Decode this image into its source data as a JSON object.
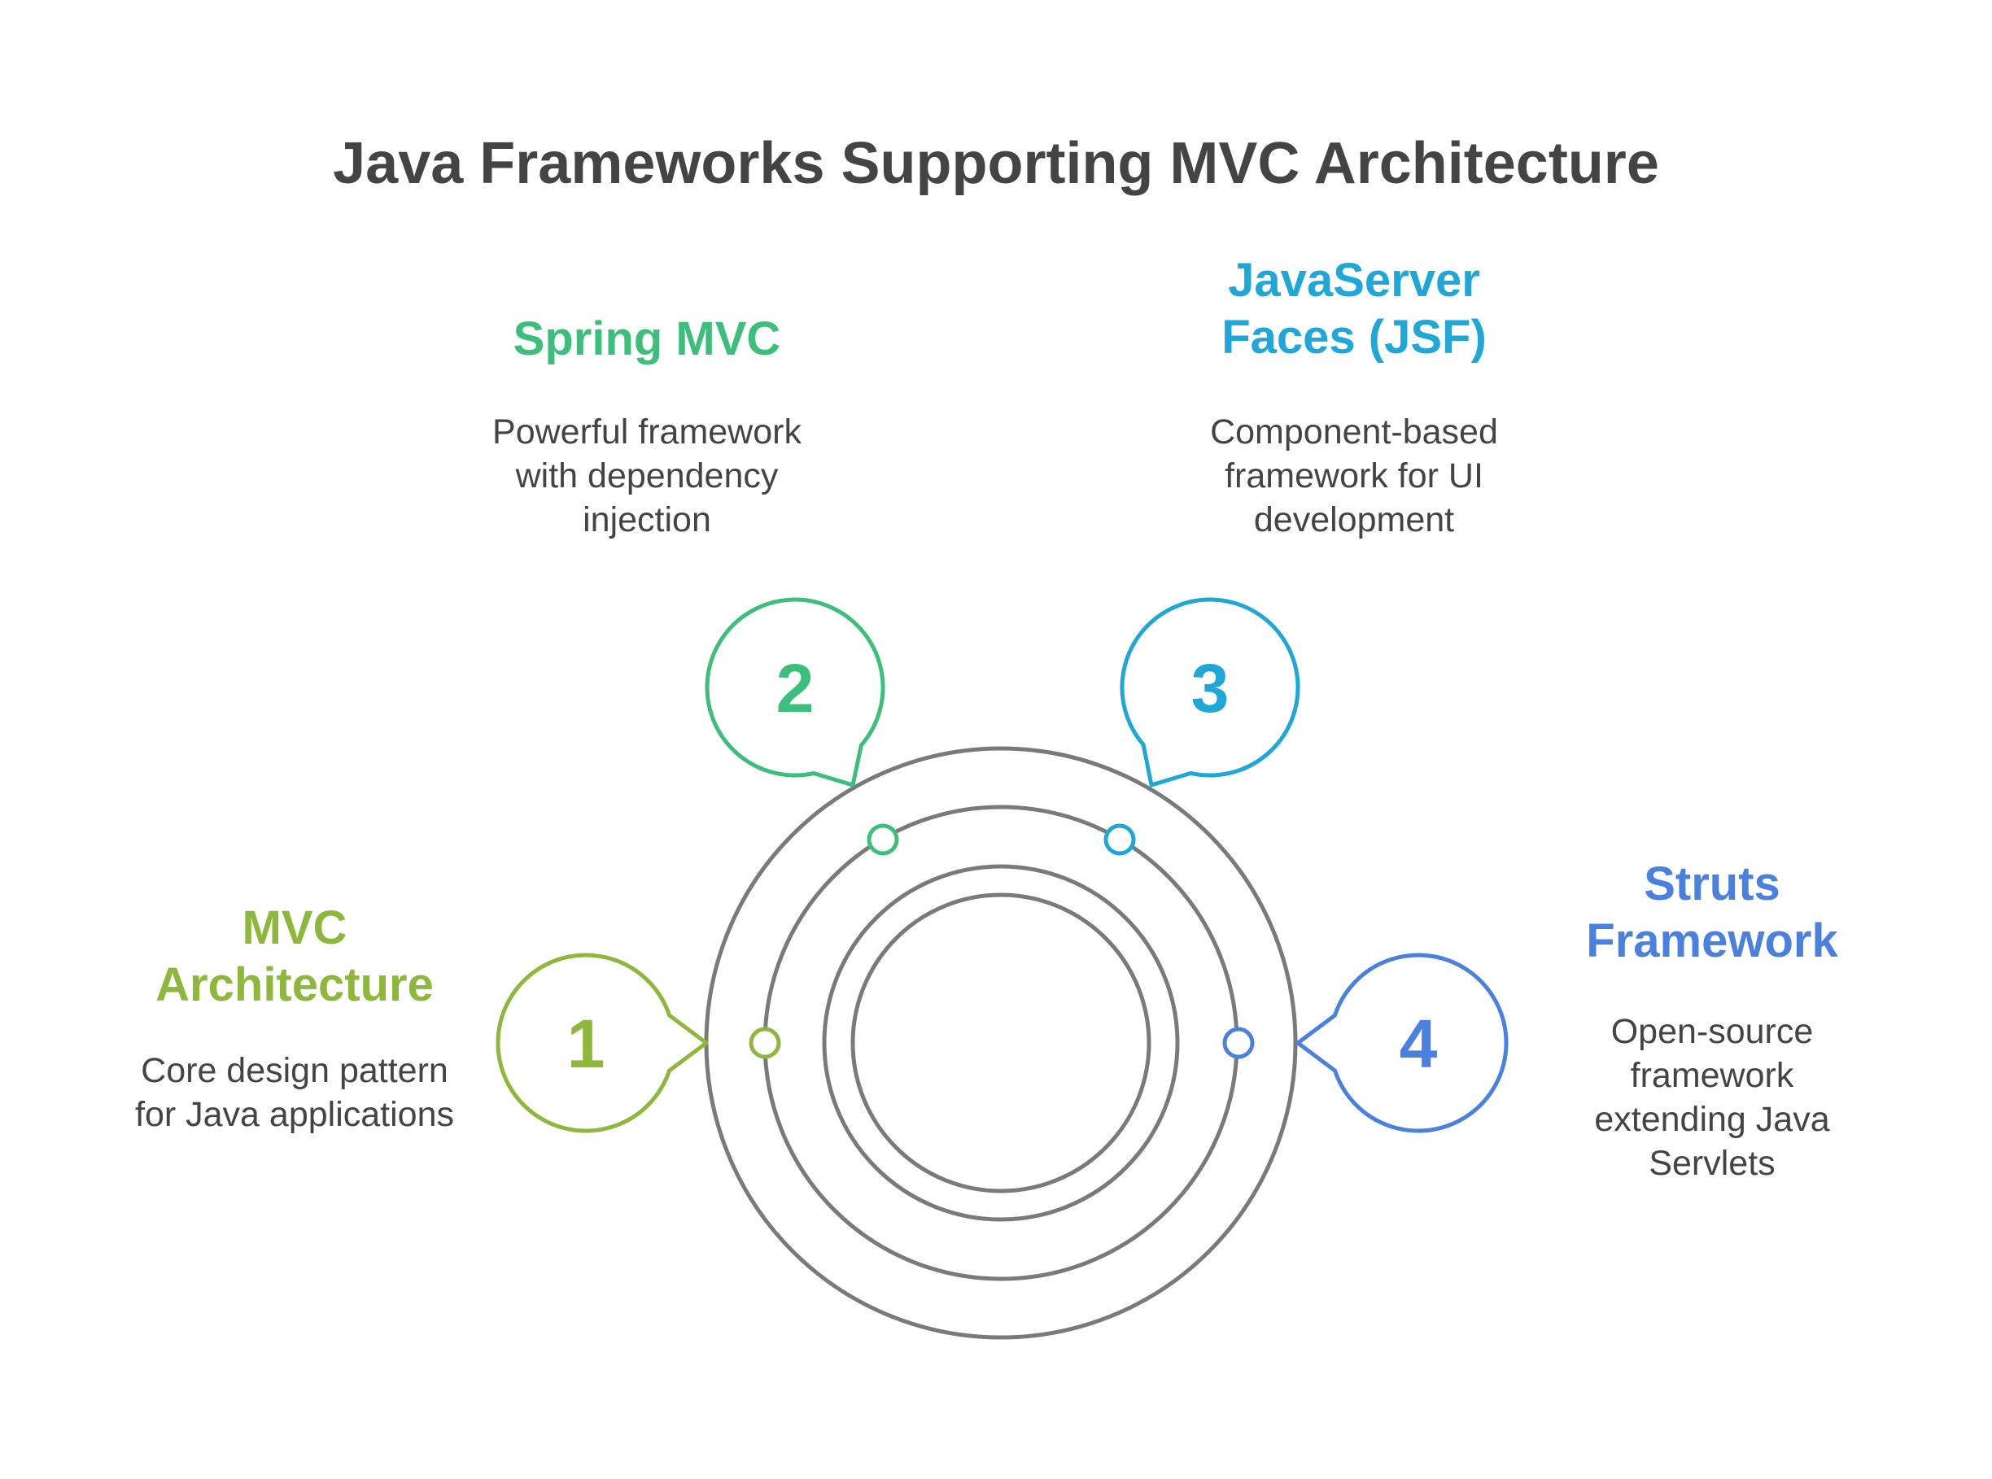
{
  "title": "Java Frameworks Supporting MVC Architecture",
  "colors": {
    "title": "#444444",
    "ring": "#7a7a7a",
    "text": "#444444",
    "background": "#ffffff"
  },
  "steps": [
    {
      "number": "1",
      "heading": [
        "MVC",
        "Architecture"
      ],
      "description": [
        "Core design pattern",
        "for Java applications"
      ],
      "color": "#8db83c"
    },
    {
      "number": "2",
      "heading": [
        "Spring MVC"
      ],
      "description": [
        "Powerful framework",
        "with dependency",
        "injection"
      ],
      "color": "#3cbf7a"
    },
    {
      "number": "3",
      "heading": [
        "JavaServer",
        "Faces (JSF)"
      ],
      "description": [
        "Component-based",
        "framework for UI",
        "development"
      ],
      "color": "#1fa7d8"
    },
    {
      "number": "4",
      "heading": [
        "Struts",
        "Framework"
      ],
      "description": [
        "Open-source",
        "framework",
        "extending Java",
        "Servlets"
      ],
      "color": "#4a80de"
    }
  ]
}
